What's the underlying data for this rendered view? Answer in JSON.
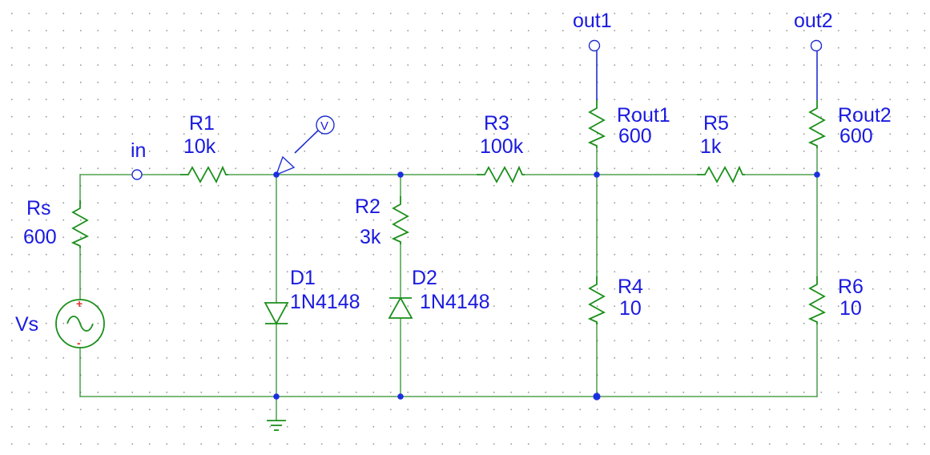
{
  "components": {
    "rs": {
      "name": "Rs",
      "value": "600"
    },
    "r1": {
      "name": "R1",
      "value": "10k"
    },
    "r2": {
      "name": "R2",
      "value": "3k"
    },
    "r3": {
      "name": "R3",
      "value": "100k"
    },
    "r4": {
      "name": "R4",
      "value": "10"
    },
    "r5": {
      "name": "R5",
      "value": "1k"
    },
    "r6": {
      "name": "R6",
      "value": "10"
    },
    "rout1": {
      "name": "Rout1",
      "value": "600"
    },
    "rout2": {
      "name": "Rout2",
      "value": "600"
    },
    "d1": {
      "name": "D1",
      "value": "1N4148"
    },
    "d2": {
      "name": "D2",
      "value": "1N4148"
    },
    "vs": {
      "name": "Vs"
    }
  },
  "nets": {
    "in": "in",
    "out1": "out1",
    "out2": "out2"
  },
  "probe": {
    "symbol": "V"
  },
  "source_signs": {
    "plus": "+",
    "minus": "-"
  },
  "colors": {
    "wire": "#2f8f2f",
    "part": "#1a8f1a",
    "label": "#1a1ae0",
    "junction": "#1a2fe0",
    "pin": "#1f2fd0",
    "sign": "#e03030"
  }
}
